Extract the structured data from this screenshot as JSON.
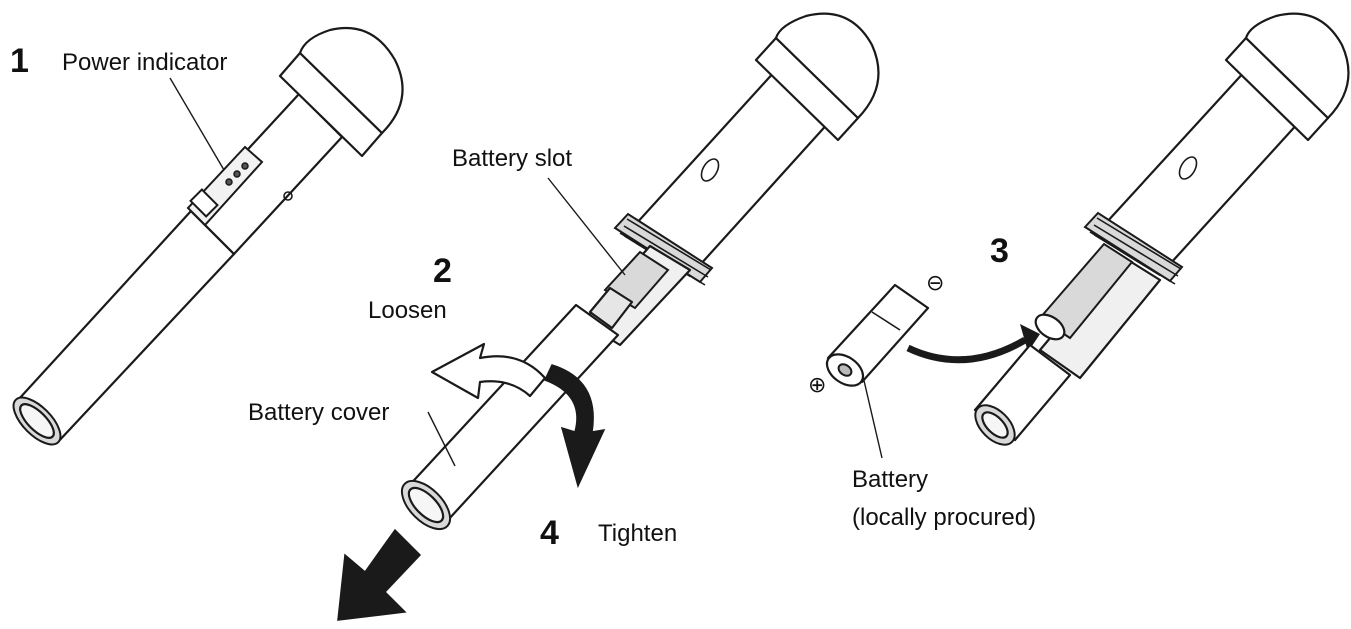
{
  "steps": {
    "step1": "1",
    "step2": "2",
    "step3": "3",
    "step4": "4"
  },
  "labels": {
    "power_indicator": "Power indicator",
    "battery_slot": "Battery slot",
    "loosen": "Loosen",
    "battery_cover": "Battery cover",
    "tighten": "Tighten",
    "battery_line1": "Battery",
    "battery_line2": "(locally procured)",
    "plus_symbol": "⊕",
    "minus_symbol": "⊖"
  },
  "icons": {
    "microphone_assembled": "microphone-icon",
    "microphone_cover_removed": "microphone-open-icon",
    "microphone_battery_insert": "microphone-battery-icon",
    "aa_battery": "battery-icon",
    "rotate_arrow": "rotate-arrow-icon",
    "pull_arrow": "pull-arrow-icon"
  }
}
